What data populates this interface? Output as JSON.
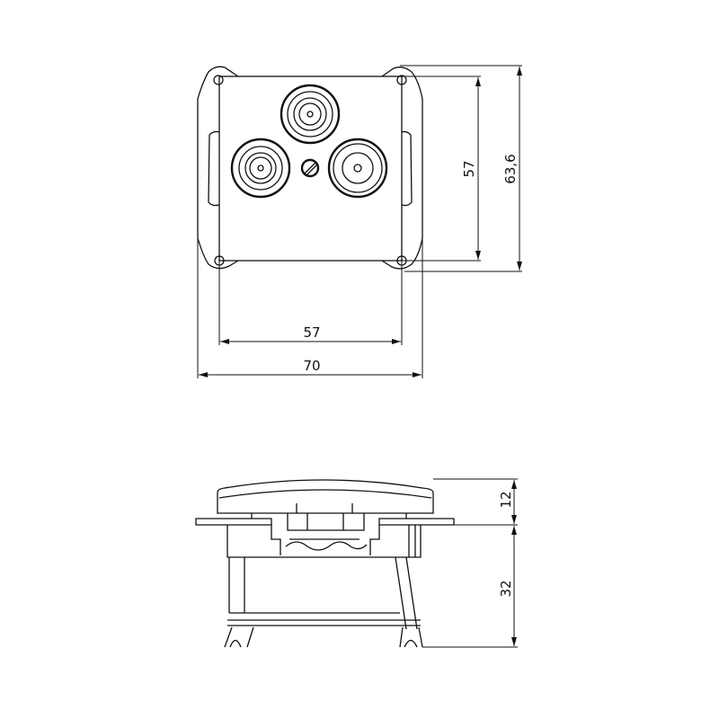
{
  "drawing": {
    "top_view": {
      "dimensions": {
        "plate_width": "57",
        "frame_width": "70",
        "plate_height": "57",
        "frame_height": "63,6"
      }
    },
    "side_view": {
      "dimensions": {
        "cover_depth": "12",
        "mount_depth": "32"
      }
    },
    "line_color": "#111111"
  }
}
